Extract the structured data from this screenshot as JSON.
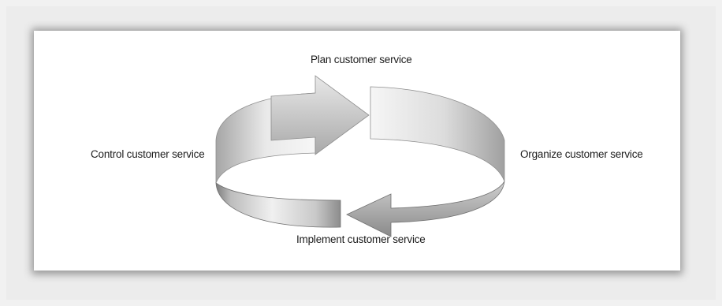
{
  "diagram": {
    "steps": [
      {
        "id": "plan",
        "label": "Plan customer service"
      },
      {
        "id": "organize",
        "label": "Organize customer service"
      },
      {
        "id": "implement",
        "label": "Implement customer service"
      },
      {
        "id": "control",
        "label": "Control customer service"
      }
    ]
  }
}
